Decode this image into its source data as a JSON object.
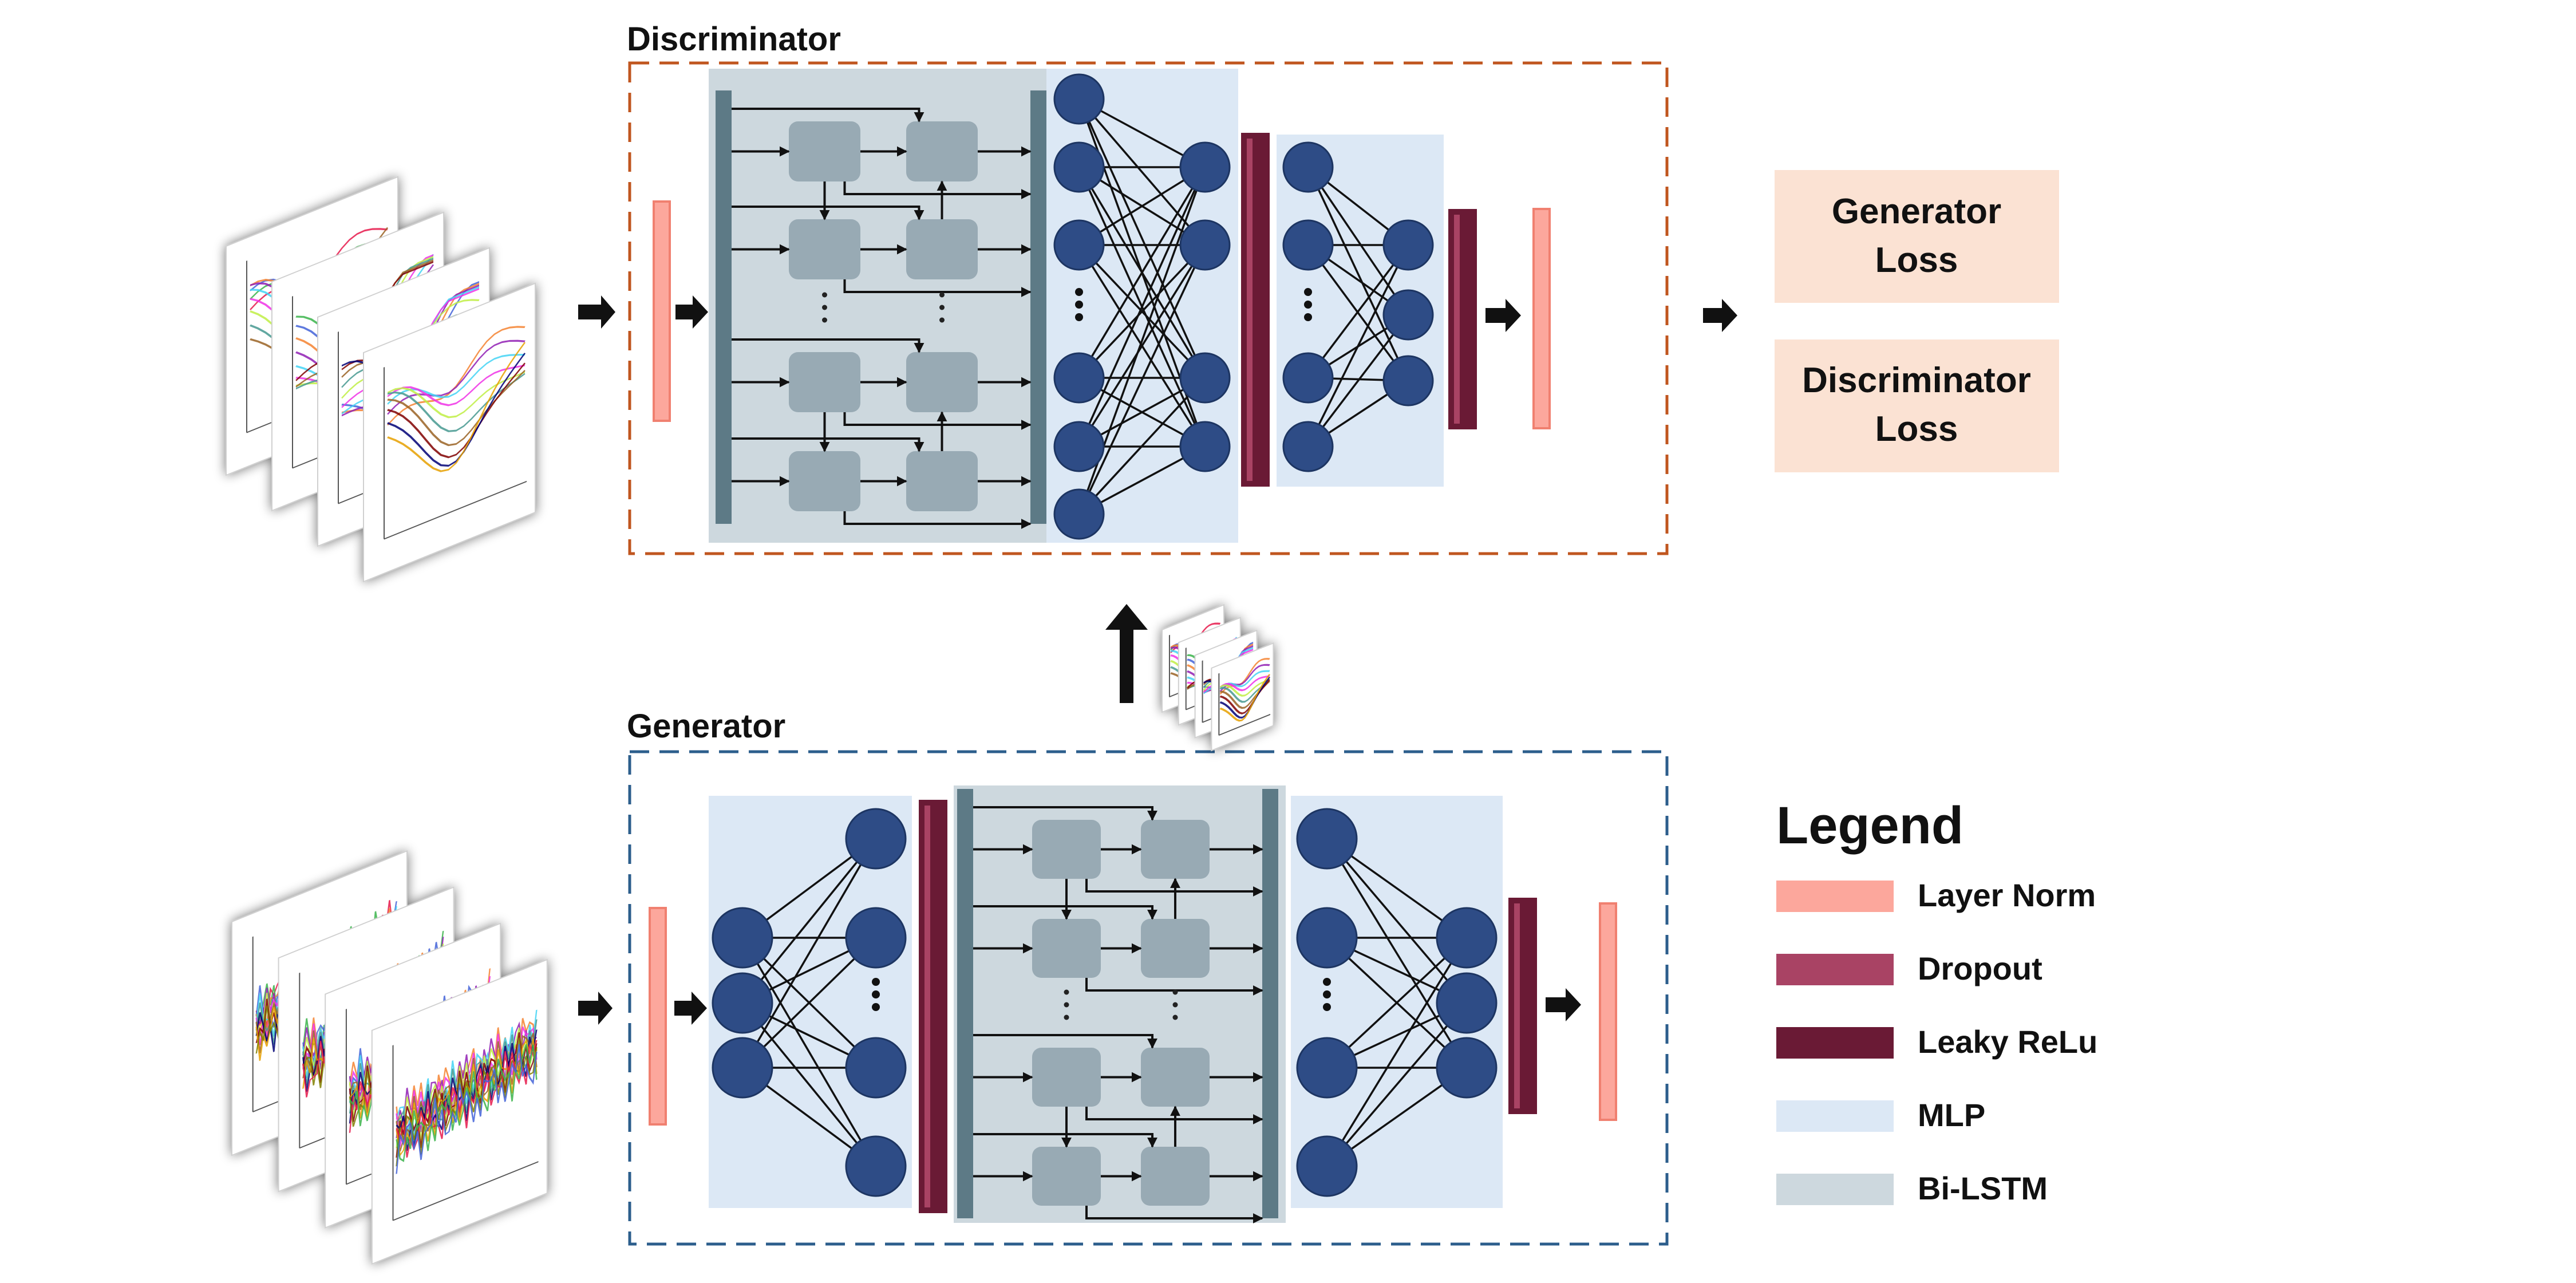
{
  "discriminator": {
    "title": "Discriminator"
  },
  "generator": {
    "title": "Generator"
  },
  "losses": [
    {
      "line1": "Generator",
      "line2": "Loss"
    },
    {
      "line1": "Discriminator",
      "line2": "Loss"
    }
  ],
  "legend": {
    "title": "Legend",
    "items": [
      {
        "label": "Layer Norm",
        "color": "#fca79c"
      },
      {
        "label": "Dropout",
        "color": "#a94364"
      },
      {
        "label": "Leaky ReLu",
        "color": "#6a1a35"
      },
      {
        "label": "MLP",
        "color": "#dce8f5"
      },
      {
        "label": "Bi-LSTM",
        "color": "#cdd8de"
      }
    ]
  },
  "colors": {
    "discriminator_border": "#c0561f",
    "generator_border": "#2c5e8c",
    "layer_norm": "#fca79c",
    "leaky_relu": "#6a1a35",
    "mlp_bg": "#dce8f5",
    "bilstm_bg": "#cdd8de",
    "lstm_cell": "#98aab4",
    "lstm_bar": "#5d7a86",
    "neuron": "#2e4c86",
    "loss_bg": "#fbe2d3"
  }
}
